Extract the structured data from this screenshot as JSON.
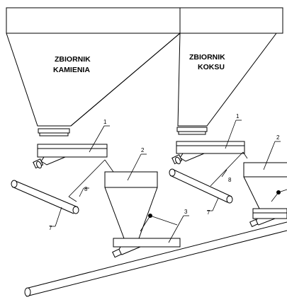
{
  "bins": [
    {
      "label_line1": "ZBIORNIK",
      "label_line2": "KAMIENIA"
    },
    {
      "label_line1": "ZBIORNIK",
      "label_line2": "KOKSU"
    }
  ],
  "callouts": {
    "feeder_left": "1",
    "feeder_right": "1",
    "hopper_left": "2",
    "hopper_right": "2",
    "weigh_feeder": "3",
    "conveyor_left": "7",
    "conveyor_right": "7",
    "chute_left": "8",
    "chute_right": "8"
  }
}
